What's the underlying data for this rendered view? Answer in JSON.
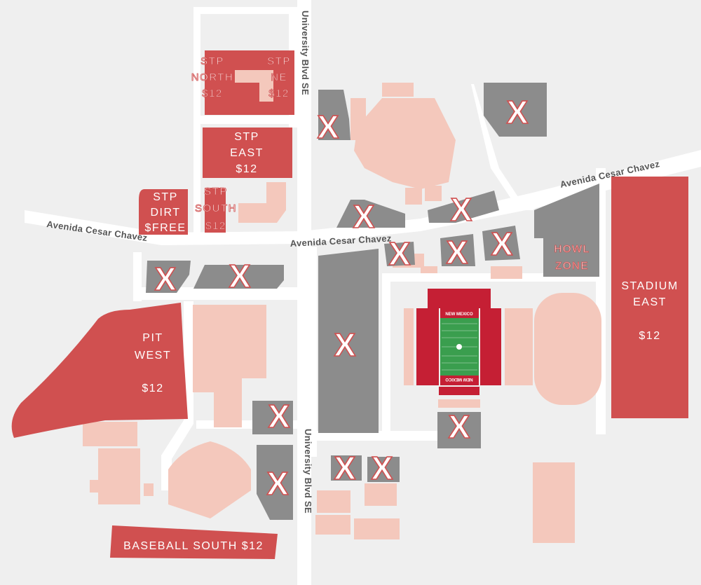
{
  "colors": {
    "background": "#efefef",
    "road": "#ffffff",
    "lot_open": "#d05050",
    "lot_closed": "#8c8c8c",
    "building": "#f4c8bc",
    "stadium_red": "#c51f34",
    "field_green": "#3a9e4e"
  },
  "roads": {
    "university_north": "University Blvd SE",
    "university_south": "University Blvd SE",
    "cesar_west": "Avenida Cesar Chavez",
    "cesar_mid": "Avenida Cesar Chavez",
    "cesar_east": "Avenida Cesar Chavez"
  },
  "lots": {
    "stp_north": {
      "line1": "STP",
      "line2": "NORTH",
      "price": "$12"
    },
    "stp_ne": {
      "line1": "STP",
      "line2": "NE",
      "price": "$12"
    },
    "stp_east": {
      "line1": "STP",
      "line2": "EAST",
      "price": "$12"
    },
    "stp_dirt": {
      "line1": "STP",
      "line2": "DIRT",
      "price": "$FREE"
    },
    "stp_south": {
      "line1": "STP",
      "line2": "SOUTH",
      "price": "$12"
    },
    "pit_west": {
      "line1": "PIT",
      "line2": "WEST",
      "price": "$12"
    },
    "howl_zone": {
      "line1": "HOWL",
      "line2": "ZONE"
    },
    "stadium_east": {
      "line1": "STADIUM",
      "line2": "EAST",
      "price": "$12"
    },
    "baseball_south": {
      "label": "BASEBALL SOUTH  $12"
    }
  },
  "closed_marker": "X",
  "stadium": {
    "endzone_north": "NEW MEXICO",
    "endzone_south": "NEW MEXICO"
  }
}
